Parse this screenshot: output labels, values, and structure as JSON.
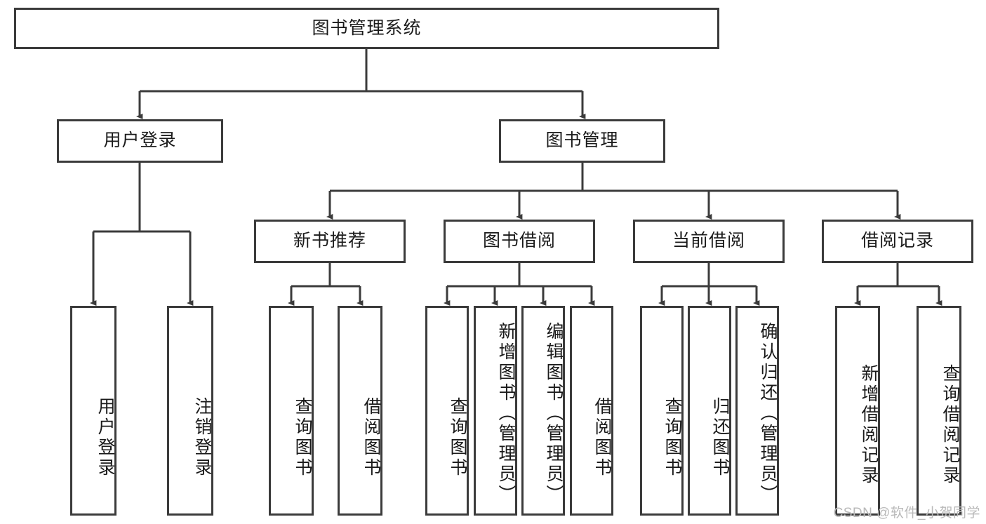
{
  "diagram": {
    "title": "图书管理系统",
    "type": "tree",
    "orientation": "top-down",
    "colors": {
      "box_border": "#3b3b3b",
      "box_fill": "#ffffff",
      "edge": "#3b3b3b",
      "text": "#1a1a1a",
      "background": "#ffffff",
      "watermark": "#b9b9b9"
    },
    "root": {
      "id": "root",
      "label": "图书管理系统",
      "text_direction": "horizontal"
    },
    "level2": [
      {
        "id": "user-login",
        "label": "用户登录",
        "text_direction": "horizontal"
      },
      {
        "id": "book-manage",
        "label": "图书管理",
        "text_direction": "horizontal"
      }
    ],
    "level3": [
      {
        "id": "new-book-recommend",
        "label": "新书推荐",
        "text_direction": "horizontal"
      },
      {
        "id": "book-borrow",
        "label": "图书借阅",
        "text_direction": "horizontal"
      },
      {
        "id": "current-borrow",
        "label": "当前借阅",
        "text_direction": "horizontal"
      },
      {
        "id": "borrow-record",
        "label": "借阅记录",
        "text_direction": "horizontal"
      }
    ],
    "leaves": [
      {
        "id": "leaf-user-login",
        "label": "用户登录",
        "parent": "user-login",
        "text_direction": "vertical"
      },
      {
        "id": "leaf-logout-login",
        "label": "注销登录",
        "parent": "user-login",
        "text_direction": "vertical"
      },
      {
        "id": "leaf-query-book-1",
        "label": "查询图书",
        "parent": "new-book-recommend",
        "text_direction": "vertical"
      },
      {
        "id": "leaf-borrow-book-1",
        "label": "借阅图书",
        "parent": "new-book-recommend",
        "text_direction": "vertical"
      },
      {
        "id": "leaf-query-book-2",
        "label": "查询图书",
        "parent": "book-borrow",
        "text_direction": "vertical"
      },
      {
        "id": "leaf-add-book",
        "label": "新增图书（管理员）",
        "parent": "book-borrow",
        "text_direction": "vertical"
      },
      {
        "id": "leaf-edit-book",
        "label": "编辑图书（管理员）",
        "parent": "book-borrow",
        "text_direction": "vertical"
      },
      {
        "id": "leaf-borrow-book-2",
        "label": "借阅图书",
        "parent": "book-borrow",
        "text_direction": "vertical"
      },
      {
        "id": "leaf-query-book-3",
        "label": "查询图书",
        "parent": "current-borrow",
        "text_direction": "vertical"
      },
      {
        "id": "leaf-return-book",
        "label": "归还图书",
        "parent": "current-borrow",
        "text_direction": "vertical"
      },
      {
        "id": "leaf-confirm-return",
        "label": "确认归还（管理员）",
        "parent": "current-borrow",
        "text_direction": "vertical"
      },
      {
        "id": "leaf-add-borrow-record",
        "label": "新增借阅记录",
        "parent": "borrow-record",
        "text_direction": "vertical"
      },
      {
        "id": "leaf-query-borrow-record",
        "label": "查询借阅记录",
        "parent": "borrow-record",
        "text_direction": "vertical"
      }
    ]
  },
  "watermark": {
    "text": "CSDN @软件_小贺同学"
  }
}
